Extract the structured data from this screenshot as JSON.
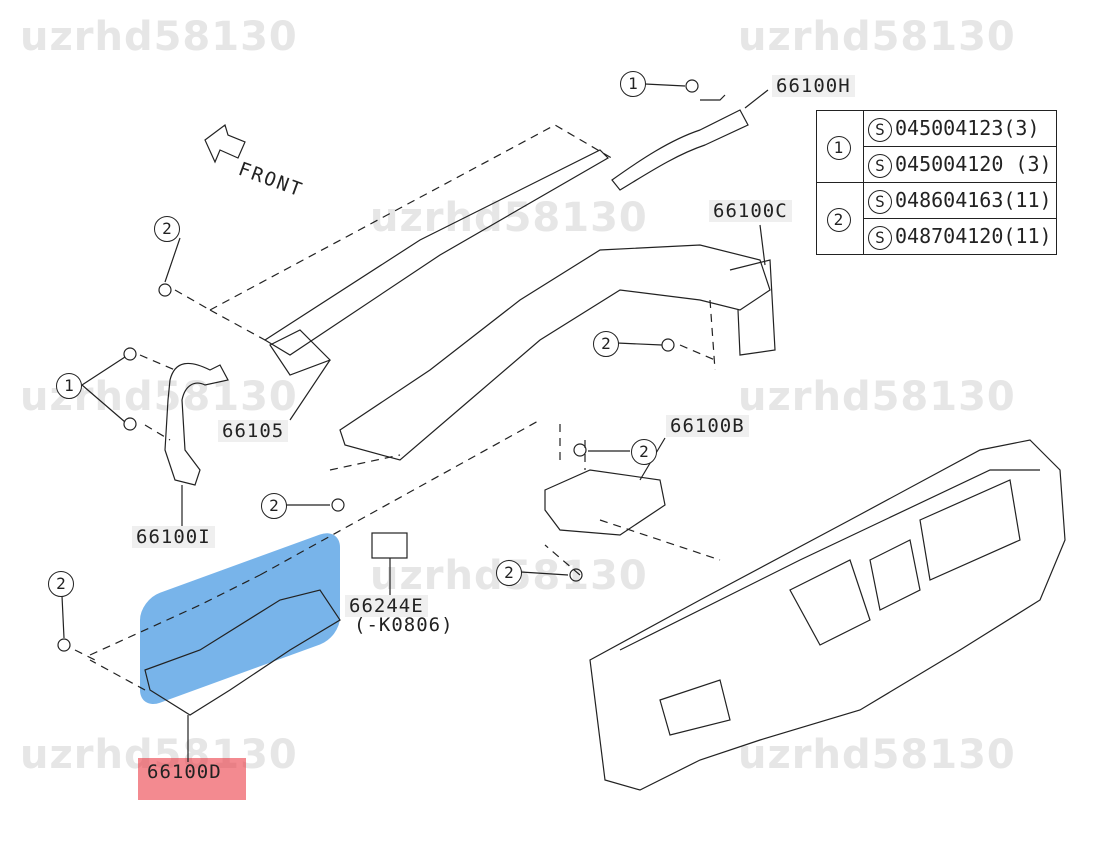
{
  "watermark": "uzrhd58130",
  "front_label": "FRONT",
  "parts": {
    "p66100H": "66100H",
    "p66100C": "66100C",
    "p66105": "66105",
    "p66100B": "66100B",
    "p66100I": "66100I",
    "p66244E": "66244E",
    "p66244E_note": "(-K0806)",
    "p66100D": "66100D"
  },
  "callouts": {
    "one": "1",
    "two": "2"
  },
  "spec_table": {
    "rows": [
      {
        "key": "1",
        "items": [
          "045004123(3)",
          "045004120 (3)"
        ]
      },
      {
        "key": "2",
        "items": [
          "048604163(11)",
          "048704120(11)"
        ]
      }
    ],
    "s_mark": "S"
  },
  "highlight_colors": {
    "selected_part": "#1e82dc",
    "selected_label": "#eb3c46"
  }
}
